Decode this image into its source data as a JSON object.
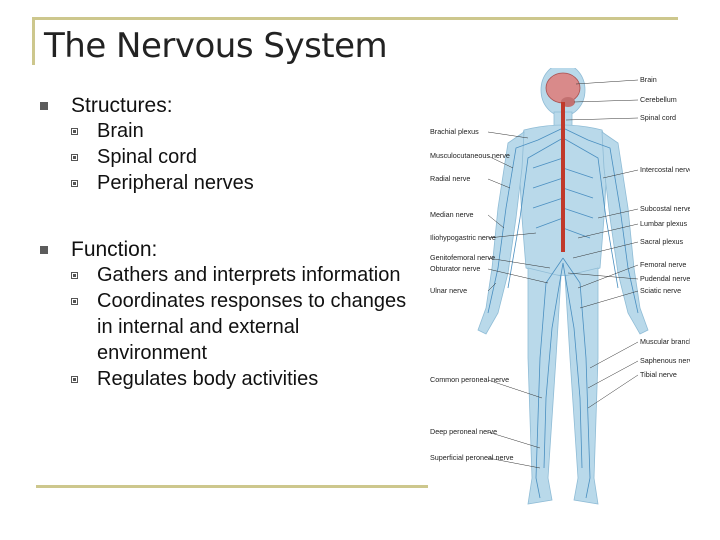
{
  "title": "The Nervous System",
  "sections": [
    {
      "label": "Structures:",
      "items": [
        "Brain",
        "Spinal cord",
        "Peripheral nerves"
      ]
    },
    {
      "label": "Function:",
      "items": [
        "Gathers and interprets information",
        "Coordinates responses to changes in internal and external environment",
        "Regulates body activities"
      ]
    }
  ],
  "figure": {
    "labels_right": [
      "Brain",
      "Cerebellum",
      "Spinal cord",
      "Intercostal nerves",
      "Subcostal nerve",
      "Lumbar plexus",
      "Sacral plexus",
      "Femoral nerve",
      "Pudendal nerve",
      "Sciatic nerve",
      "Muscular branches of femoral nerve",
      "Saphenous nerve",
      "Tibial nerve"
    ],
    "labels_left": [
      "Brachial plexus",
      "Musculocutaneous nerve",
      "Radial nerve",
      "Median nerve",
      "Iliohypogastric nerve",
      "Genitofemoral nerve",
      "Obturator nerve",
      "Ulnar nerve",
      "Common peroneal nerve",
      "Deep peroneal nerve",
      "Superficial peroneal nerve"
    ],
    "colors": {
      "body": "#b9d9ea",
      "nerve": "#4a8fc0",
      "cord": "#c0392b",
      "brain": "#d98a8a"
    }
  }
}
